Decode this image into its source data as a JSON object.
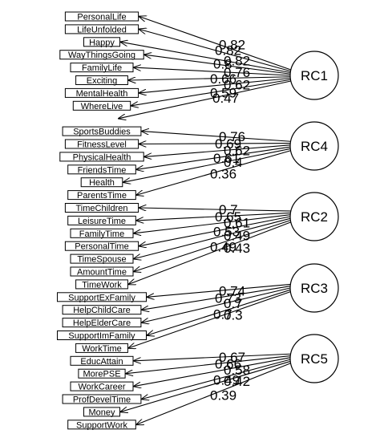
{
  "factors": [
    {
      "name": "RC1",
      "items": [
        {
          "label": "PersonalLife",
          "loading": "0.82"
        },
        {
          "label": "LifeUnfolded",
          "loading": "0.82"
        },
        {
          "label": "Happy",
          "loading": "0.82"
        },
        {
          "label": "WayThingsGoing",
          "loading": "0.8"
        },
        {
          "label": "FamilyLife",
          "loading": "0.76"
        },
        {
          "label": "Exciting",
          "loading": "0.66"
        },
        {
          "label": "MentalHealth",
          "loading": "0.62"
        },
        {
          "label": "WhereLive",
          "loading": "0.59"
        },
        {
          "label": "",
          "loading": "0.47"
        }
      ]
    },
    {
      "name": "RC4",
      "items": [
        {
          "label": "SportsBuddies",
          "loading": "0.76"
        },
        {
          "label": "FitnessLevel",
          "loading": "0.69"
        },
        {
          "label": "PhysicalHealth",
          "loading": "0.62"
        },
        {
          "label": "FriendsTime",
          "loading": "0.61"
        },
        {
          "label": "Health",
          "loading": "0.4"
        },
        {
          "label": "ParentsTime",
          "loading": "0.36"
        }
      ]
    },
    {
      "name": "RC2",
      "items": [
        {
          "label": "TimeChildren",
          "loading": "0.7"
        },
        {
          "label": "LeisureTime",
          "loading": "0.65"
        },
        {
          "label": "FamilyTime",
          "loading": "0.61"
        },
        {
          "label": "PersonalTime",
          "loading": "0.53"
        },
        {
          "label": "TimeSpouse",
          "loading": "0.49"
        },
        {
          "label": "AmountTime",
          "loading": "0.49"
        },
        {
          "label": "TimeWork",
          "loading": "0.43"
        }
      ]
    },
    {
      "name": "RC3",
      "items": [
        {
          "label": "SupportExFamily",
          "loading": "0.74"
        },
        {
          "label": "HelpChildCare",
          "loading": "0.73"
        },
        {
          "label": "HelpElderCare",
          "loading": "0.7"
        },
        {
          "label": "SupportImFamily",
          "loading": "0.7"
        },
        {
          "label": "WorkTime",
          "loading": "0.3"
        }
      ]
    },
    {
      "name": "RC5",
      "items": [
        {
          "label": "EducAttain",
          "loading": "0.67"
        },
        {
          "label": "MorePSE",
          "loading": "0.66"
        },
        {
          "label": "WorkCareer",
          "loading": "0.58"
        },
        {
          "label": "ProfDevelTime",
          "loading": "0.49"
        },
        {
          "label": "Money",
          "loading": "0.42"
        },
        {
          "label": "SupportWork",
          "loading": "0.39"
        }
      ]
    }
  ]
}
